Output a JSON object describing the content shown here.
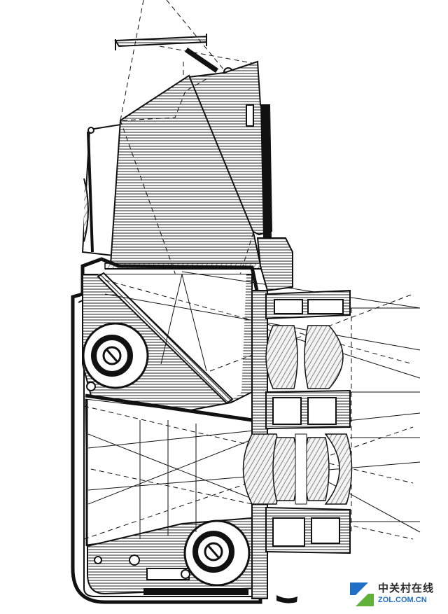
{
  "watermark": {
    "name_cn": "中关村在线",
    "url": "ZOL.COM.CN",
    "colors": {
      "blue": "#1f6fc6",
      "green": "#5fb13a",
      "text": "#2a2a2a"
    }
  },
  "diagram": {
    "subject": "twin-lens reflex camera cross-section",
    "style": "monochrome line engraving with hatching"
  }
}
